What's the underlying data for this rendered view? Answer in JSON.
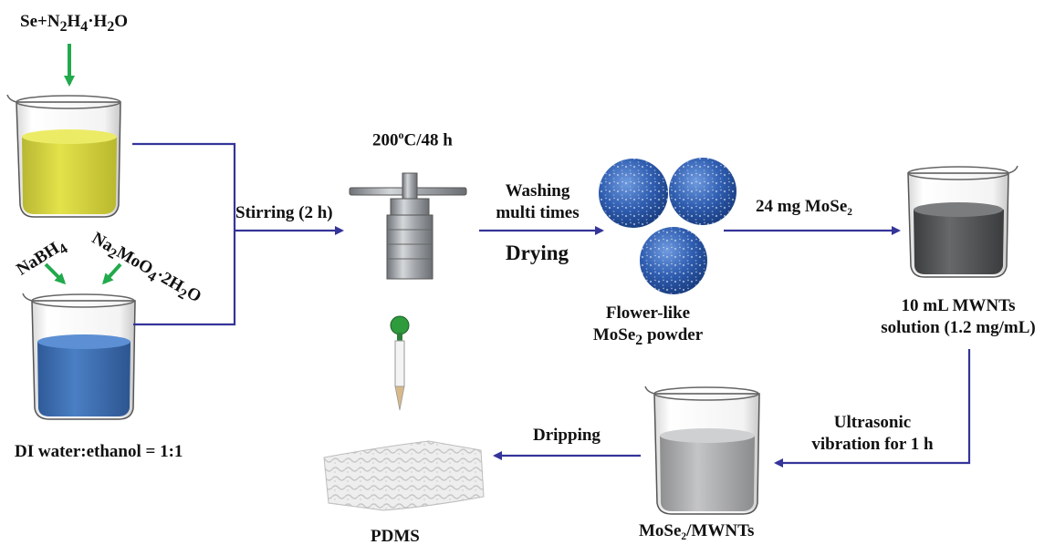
{
  "colors": {
    "flow_line": "#34349a",
    "reagent_arrow": "#22aa4c",
    "yellow_liquid": "#d9d83a",
    "blue_liquid": "#3e6eb4",
    "dark_liquid": "#4f5153",
    "light_liquid": "#a9aaab",
    "powder_ball": "#2f5db0",
    "autoclave_metal": "#9a9ea3",
    "dropper_tip": "#2e9b3c"
  },
  "labels": {
    "reagent_top": {
      "main": "Se+N",
      "s1": "2",
      "m2": "H",
      "s2": "4",
      "m3": "·H",
      "s3": "2",
      "m4": "O"
    },
    "nabh4": {
      "main": "NaBH",
      "s1": "4"
    },
    "na2moo4": {
      "main": "Na",
      "s1": "2",
      "m2": "MoO",
      "s2": "4",
      "m3": "·2H",
      "s3": "2",
      "m4": "O"
    },
    "solvent": "DI water:ethanol = 1:1",
    "stirring": "Stirring (2 h)",
    "temperature": {
      "main": "200",
      "sup": "o",
      "rest": "C/48 h"
    },
    "washing_line1": "Washing",
    "washing_line2": "multi times",
    "drying": "Drying",
    "powder_line1": "Flower-like",
    "powder_line2": {
      "main": "MoSe",
      "sub": "2",
      "rest": " powder"
    },
    "mass": "24 mg MoSe₂",
    "mwnt_line1": "10 mL MWNTs",
    "mwnt_line2": "solution (1.2 mg/mL)",
    "ultra_line1": "Ultrasonic",
    "ultra_line2": "vibration for 1 h",
    "composite": "MoSe₂/MWNTs",
    "dripping": "Dripping",
    "pdms": "PDMS"
  },
  "icons": [
    "beaker-icon",
    "autoclave-icon",
    "flower-powder-icon",
    "dropper-icon",
    "pdms-sponge-icon"
  ]
}
